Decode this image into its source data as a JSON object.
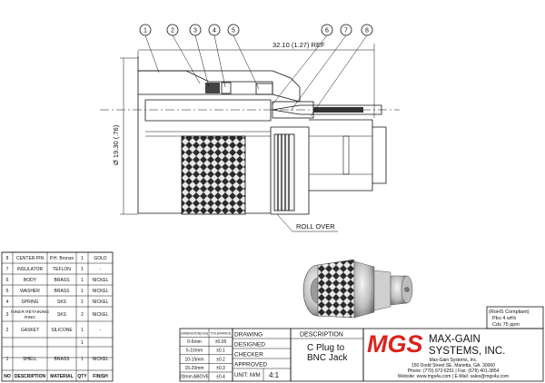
{
  "callouts": [
    "1",
    "2",
    "3",
    "4",
    "5",
    "6",
    "7",
    "8"
  ],
  "dimensions": {
    "length": "32.10 (1.27) REF",
    "diameter": "Ø 19.30 (.76)",
    "roll_over": "ROLL OVER"
  },
  "bom": {
    "headers": {
      "no": "NO",
      "description": "DESCRIPTION",
      "material": "MATERIAL",
      "qty": "QTY",
      "finish": "FINISH"
    },
    "rows": [
      {
        "no": "8",
        "description": "CENTER PIN",
        "material": "P.H. Bronze",
        "qty": "1",
        "finish": "GOLD"
      },
      {
        "no": "7",
        "description": "INSULATOR",
        "material": "TEFLON",
        "qty": "1",
        "finish": "-"
      },
      {
        "no": "6",
        "description": "BODY",
        "material": "BRASS",
        "qty": "1",
        "finish": "NICKEL"
      },
      {
        "no": "5",
        "description": "WASHER",
        "material": "BRASS",
        "qty": "1",
        "finish": "NICKEL"
      },
      {
        "no": "4",
        "description": "SPRING",
        "material": "SKS",
        "qty": "1",
        "finish": "NICKEL"
      },
      {
        "no": "3",
        "description": "INNER RETAINING RING",
        "material": "SKS",
        "qty": "2",
        "finish": "NICKEL"
      },
      {
        "no": "2",
        "description": "GASKET",
        "material": "SILICONE",
        "qty": "1",
        "finish": "-"
      },
      {
        "no": "",
        "description": "",
        "material": "",
        "qty": "1",
        "finish": ""
      },
      {
        "no": "1",
        "description": "SHELL",
        "material": "BRASS",
        "qty": "1",
        "finish": "NICKEL"
      }
    ]
  },
  "tolerance": {
    "headers": {
      "dim": "DIMENSION(mm)",
      "tol": "TOLERANCE"
    },
    "rows": [
      {
        "dim": "0-5mm",
        "tol": "±0.05"
      },
      {
        "dim": "5-10mm",
        "tol": "±0.1"
      },
      {
        "dim": "10-15mm",
        "tol": "±0.2"
      },
      {
        "dim": "15-20mm",
        "tol": "±0.3"
      },
      {
        "dim": "20mm ABOVE",
        "tol": "±0.4"
      }
    ]
  },
  "signoff": {
    "drawing": "DRAWING",
    "designed": "DESIGNED",
    "checker": "CHECKER",
    "approved": "APPROVED",
    "unit_label": "UNIT:",
    "unit_value": "M/M",
    "scale": "4:1"
  },
  "description": {
    "header": "DESCRIPTION",
    "line1": "C Plug to",
    "line2": "BNC Jack"
  },
  "rohs": {
    "line1": "(RoHS Compliant)",
    "line2": "Pb≤ 4 wt%",
    "line3": "Cd≤ 75 ppm"
  },
  "company": {
    "logo": "MGS",
    "name_line1": "MAX-GAIN",
    "name_line2": "SYSTEMS, INC.",
    "addr1": "Max-Gain Systems, Inc.",
    "addr2": "150 Dodd Street SE, Marietta, GA. 30060",
    "addr3": "Phone: (770) 973-6251 | Fax: (678) 401-3854",
    "addr4": "Website: www.mgs4u.com | E-Mail: sales@mgs4u.com"
  },
  "colors": {
    "logo_red": "#d9231d",
    "ink": "#111111"
  }
}
